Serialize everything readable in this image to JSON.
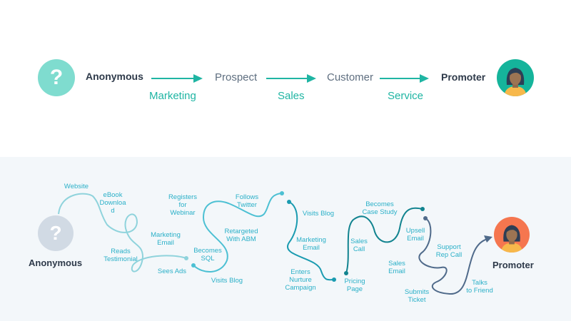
{
  "top_flow": {
    "start_label": "Anonymous",
    "stages": [
      "Prospect",
      "Customer"
    ],
    "end_label": "Promoter",
    "transitions": [
      "Marketing",
      "Sales",
      "Service"
    ],
    "start_icon": "question-mark-icon",
    "end_icon": "person-avatar-icon"
  },
  "journey": {
    "start_label": "Anonymous",
    "end_label": "Promoter",
    "steps": [
      "Website",
      "eBook\nDownloa\nd",
      "Reads\nTestimonial",
      "Marketing\nEmail",
      "Sees Ads",
      "Registers\nfor\nWebinar",
      "Becomes\nSQL",
      "Visits Blog",
      "Retargeted\nWith ABM",
      "Follows\nTwitter",
      "Visits Blog",
      "Marketing\nEmail",
      "Enters\nNurture\nCampaign",
      "Sales\nCall",
      "Pricing\nPage",
      "Becomes\nCase Study",
      "Upsell\nEmail",
      "Sales\nEmail",
      "Submits\nTicket",
      "Support\nRep Call",
      "Talks\nto Friend"
    ]
  },
  "colors": {
    "teal": "#1fb5a3",
    "light_teal_circle": "#7fdccf",
    "avatar_teal": "#15b49b",
    "avatar_orange": "#f5764f",
    "gray_circle": "#d1dae4",
    "dark_text": "#2e3a4a",
    "path_light": "#8fd3dc",
    "path_mid": "#4cc0d3",
    "path_dark": "#1a9bb0",
    "path_teal_dark": "#11838f",
    "path_slate": "#4f6a8a"
  }
}
